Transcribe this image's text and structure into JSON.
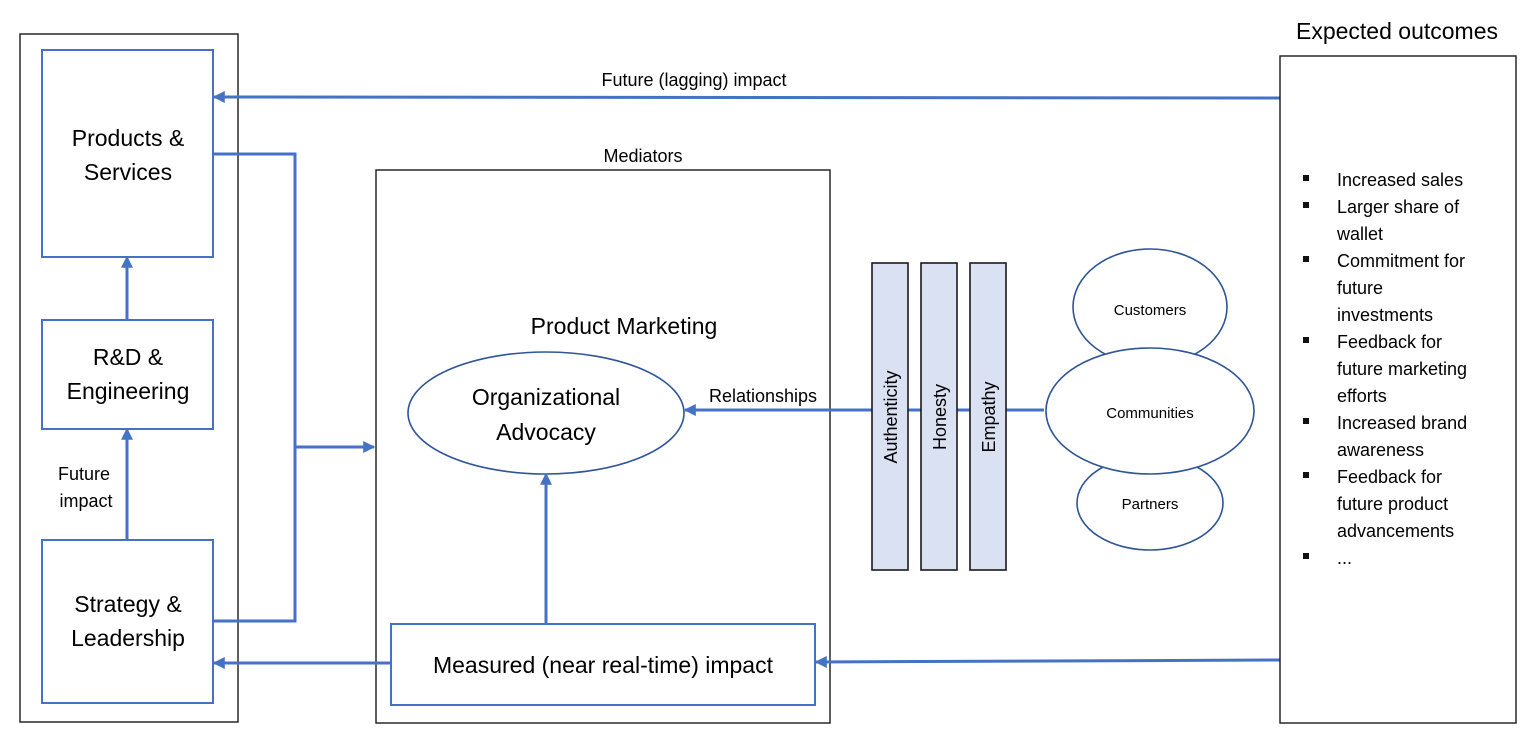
{
  "left_column": {
    "products_services": [
      "Products &",
      "Services"
    ],
    "rnd_engineering": [
      "R&D &",
      "Engineering"
    ],
    "future_impact": [
      "Future",
      "impact"
    ],
    "strategy_leadership": [
      "Strategy &",
      "Leadership"
    ]
  },
  "arrows": {
    "future_lagging_impact": "Future (lagging) impact",
    "relationships": "Relationships"
  },
  "mediators": {
    "title": "Mediators",
    "product_marketing": "Product Marketing",
    "organizational_advocacy": [
      "Organizational",
      "Advocacy"
    ],
    "measured_impact": "Measured (near real-time) impact"
  },
  "values": {
    "authenticity": "Authenticity",
    "honesty": "Honesty",
    "empathy": "Empathy"
  },
  "audiences": {
    "customers": "Customers",
    "communities": "Communities",
    "partners": "Partners"
  },
  "expected_outcomes": {
    "title": "Expected outcomes",
    "items": [
      [
        "Increased sales"
      ],
      [
        "Larger share of",
        "wallet"
      ],
      [
        "Commitment for",
        "future",
        "investments"
      ],
      [
        "Feedback for",
        "future marketing",
        "efforts"
      ],
      [
        "Increased brand",
        "awareness"
      ],
      [
        "Feedback for",
        "future product",
        "advancements"
      ],
      [
        "..."
      ]
    ]
  }
}
